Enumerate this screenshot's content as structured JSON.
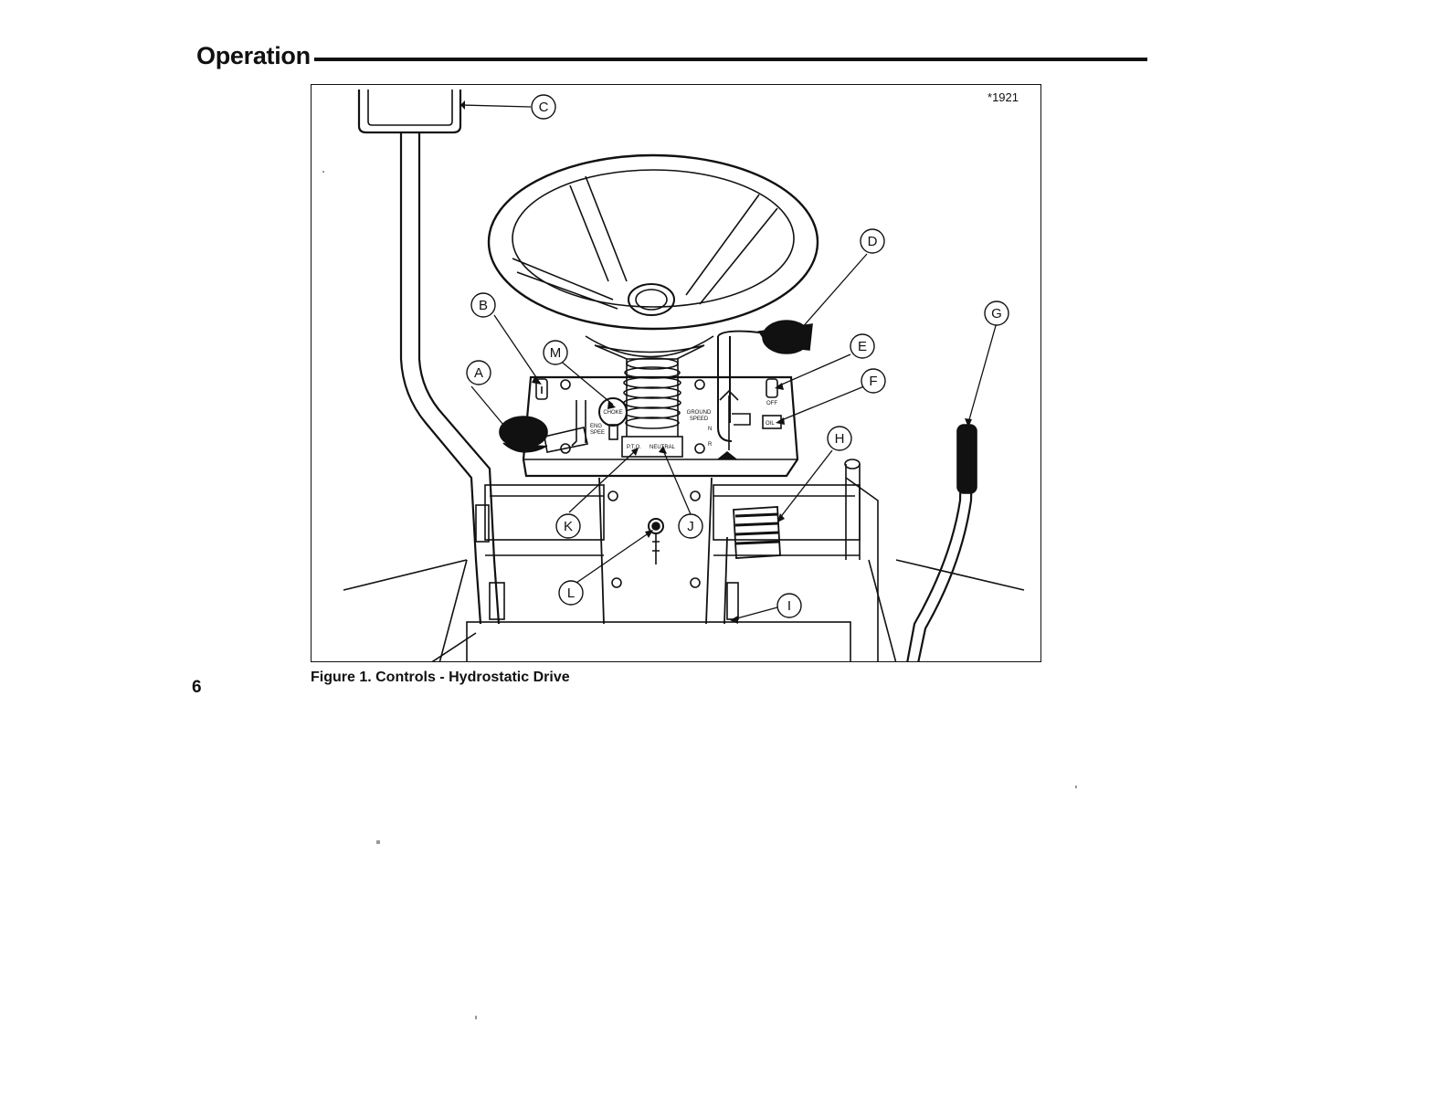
{
  "header": {
    "title": "Operation"
  },
  "figure": {
    "number": "*1921",
    "caption": "Figure 1. Controls - Hydrostatic Drive",
    "callouts": [
      "A",
      "B",
      "C",
      "D",
      "E",
      "F",
      "G",
      "H",
      "I",
      "J",
      "K",
      "L",
      "M"
    ],
    "panel_text": {
      "choke": "CHOKE",
      "engine_speed_1": "ENG",
      "engine_speed_2": "SPEE",
      "ground_speed_1": "GROUND",
      "ground_speed_2": "SPEED",
      "n": "N",
      "r": "R",
      "off": "OFF",
      "oil": "OIL",
      "pto": "P.T.O.",
      "neutral": "NEUTRAL"
    }
  },
  "footer": {
    "page_number": "6"
  }
}
